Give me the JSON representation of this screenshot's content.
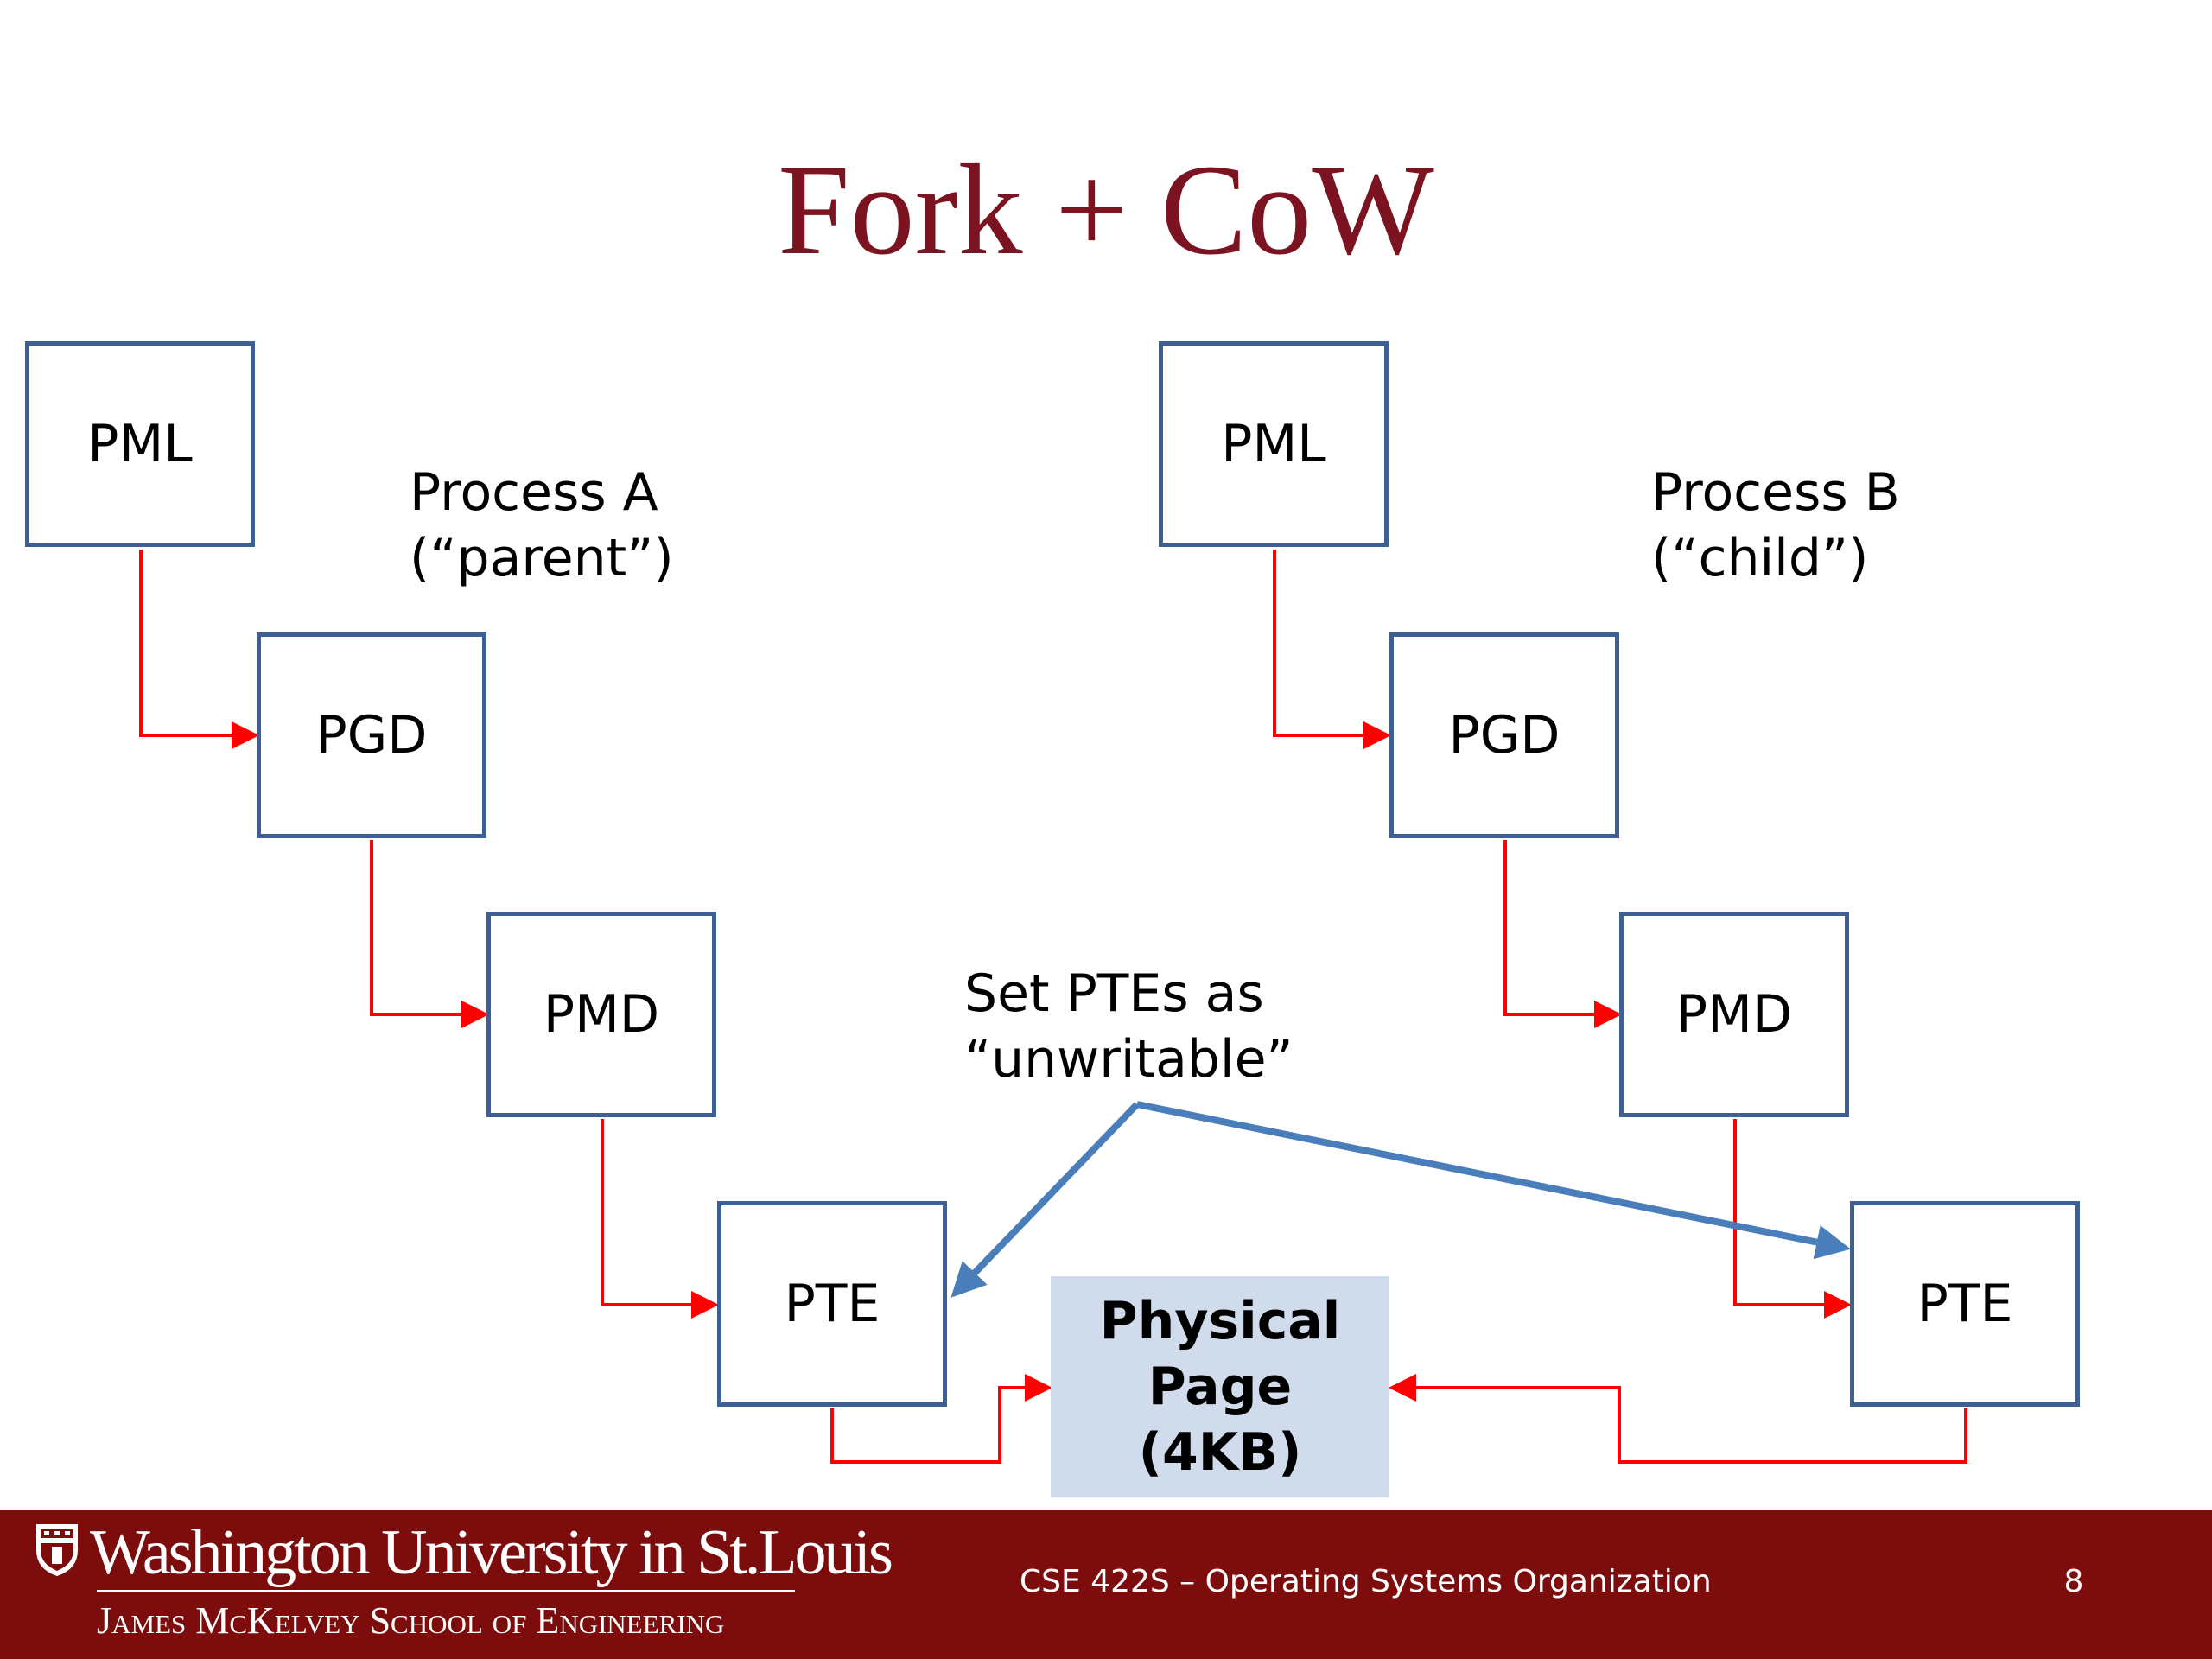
{
  "slide": {
    "title": "Fork + CoW",
    "page_number": "8"
  },
  "process_a": {
    "label_line1": "Process A",
    "label_line2": "(“parent”)",
    "pml": "PML",
    "pgd": "PGD",
    "pmd": "PMD",
    "pte": "PTE"
  },
  "process_b": {
    "label_line1": "Process B",
    "label_line2": "(“child”)",
    "pml": "PML",
    "pgd": "PGD",
    "pmd": "PMD",
    "pte": "PTE"
  },
  "annotation": {
    "line1": "Set PTEs as",
    "line2": "“unwritable”"
  },
  "physical_page": {
    "line1": "Physical",
    "line2": "Page",
    "line3": "(4KB)"
  },
  "footer": {
    "university": "Washington University in St.Louis",
    "school": "James McKelvey School of Engineering",
    "course": "CSE 422S – Operating Systems Organization"
  },
  "colors": {
    "title": "#7b1420",
    "box_border": "#3d5f94",
    "connector": "#ff0000",
    "annotation_arrow": "#4a7ebb",
    "physical_page_fill": "#d0dcec",
    "footer_bar": "#7d0c0c"
  }
}
